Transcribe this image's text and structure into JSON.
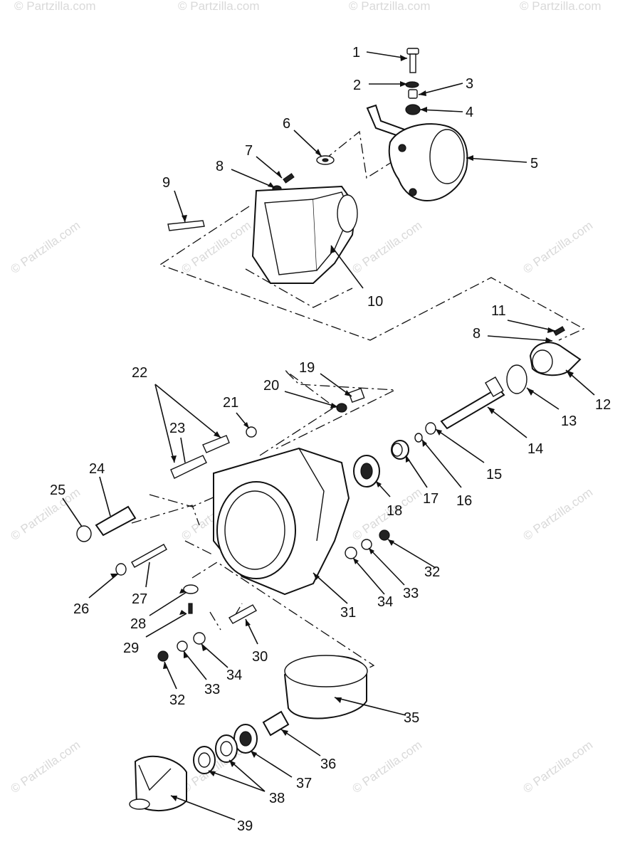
{
  "watermark": "© Partzilla.com",
  "callouts": [
    {
      "id": "c1",
      "text": "1"
    },
    {
      "id": "c2",
      "text": "2"
    },
    {
      "id": "c3",
      "text": "3"
    },
    {
      "id": "c4",
      "text": "4"
    },
    {
      "id": "c5",
      "text": "5"
    },
    {
      "id": "c6",
      "text": "6"
    },
    {
      "id": "c7",
      "text": "7"
    },
    {
      "id": "c8a",
      "text": "8"
    },
    {
      "id": "c9",
      "text": "9"
    },
    {
      "id": "c10",
      "text": "10"
    },
    {
      "id": "c11",
      "text": "11"
    },
    {
      "id": "c8b",
      "text": "8"
    },
    {
      "id": "c12",
      "text": "12"
    },
    {
      "id": "c13",
      "text": "13"
    },
    {
      "id": "c14",
      "text": "14"
    },
    {
      "id": "c15",
      "text": "15"
    },
    {
      "id": "c16",
      "text": "16"
    },
    {
      "id": "c17",
      "text": "17"
    },
    {
      "id": "c18",
      "text": "18"
    },
    {
      "id": "c19",
      "text": "19"
    },
    {
      "id": "c20",
      "text": "20"
    },
    {
      "id": "c21",
      "text": "21"
    },
    {
      "id": "c22",
      "text": "22"
    },
    {
      "id": "c23",
      "text": "23"
    },
    {
      "id": "c24",
      "text": "24"
    },
    {
      "id": "c25",
      "text": "25"
    },
    {
      "id": "c26",
      "text": "26"
    },
    {
      "id": "c27",
      "text": "27"
    },
    {
      "id": "c28",
      "text": "28"
    },
    {
      "id": "c29",
      "text": "29"
    },
    {
      "id": "c30",
      "text": "30"
    },
    {
      "id": "c31",
      "text": "31"
    },
    {
      "id": "c32a",
      "text": "32"
    },
    {
      "id": "c33a",
      "text": "33"
    },
    {
      "id": "c34a",
      "text": "34"
    },
    {
      "id": "c32b",
      "text": "32"
    },
    {
      "id": "c33b",
      "text": "33"
    },
    {
      "id": "c34b",
      "text": "34"
    },
    {
      "id": "c35",
      "text": "35"
    },
    {
      "id": "c36",
      "text": "36"
    },
    {
      "id": "c37",
      "text": "37"
    },
    {
      "id": "c38",
      "text": "38"
    },
    {
      "id": "c39",
      "text": "39"
    }
  ]
}
